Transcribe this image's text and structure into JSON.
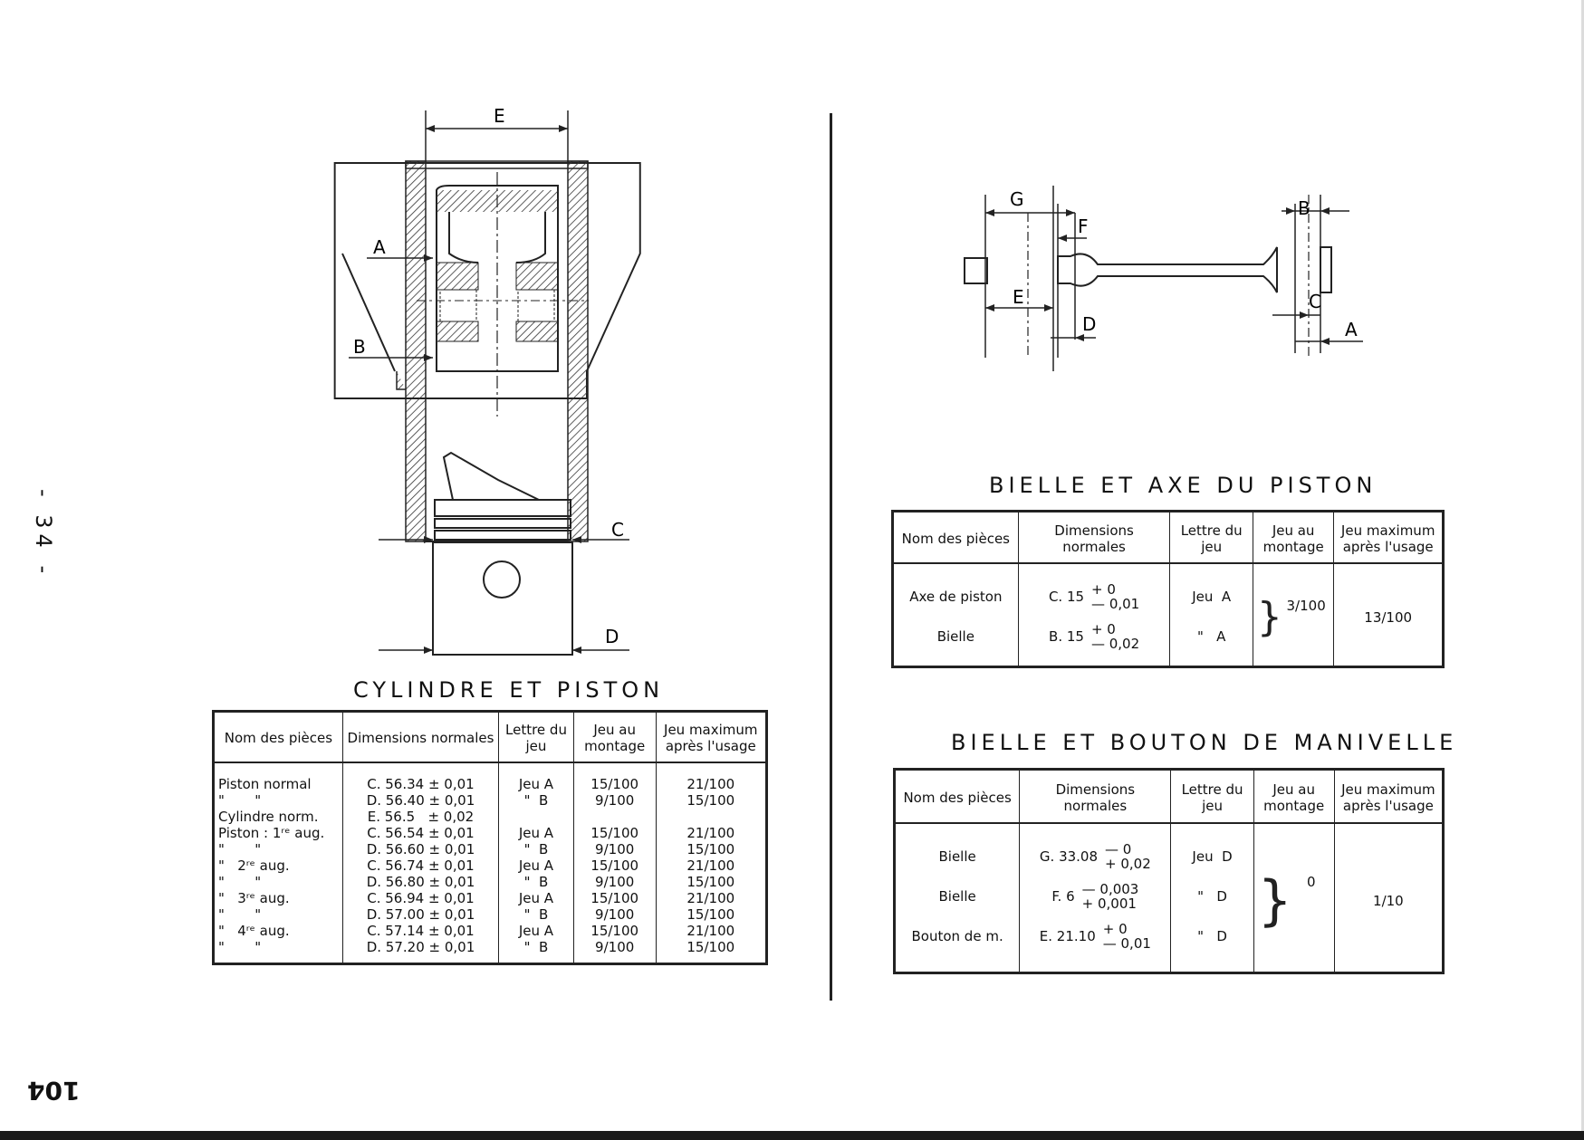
{
  "page": {
    "side_number": "- 34 -",
    "footer_number": "104"
  },
  "left": {
    "title": "CYLINDRE ET PISTON",
    "diagram_labels": {
      "e": "E",
      "a": "A",
      "b": "B",
      "c": "C",
      "d": "D"
    },
    "table": {
      "headers": [
        "Nom des pièces",
        "Dimensions normales",
        "Lettre du jeu",
        "Jeu au montage",
        "Jeu maximum après l'usage"
      ],
      "rows": [
        [
          "Piston normal",
          "C. 56.34 ± 0,01",
          "Jeu A",
          "15/100",
          "21/100"
        ],
        [
          "\"       \"",
          "D. 56.40 ± 0,01",
          "\"  B",
          "9/100",
          "15/100"
        ],
        [
          "Cylindre norm.",
          "E. 56.5   ± 0,02",
          "",
          "",
          ""
        ],
        [
          "Piston : 1ʳᵉ aug.",
          "C. 56.54 ± 0,01",
          "Jeu A",
          "15/100",
          "21/100"
        ],
        [
          "\"       \"",
          "D. 56.60 ± 0,01",
          "\"  B",
          "9/100",
          "15/100"
        ],
        [
          "\"   2ʳᵉ aug.",
          "C. 56.74 ± 0,01",
          "Jeu A",
          "15/100",
          "21/100"
        ],
        [
          "\"       \"",
          "D. 56.80 ± 0,01",
          "\"  B",
          "9/100",
          "15/100"
        ],
        [
          "\"   3ʳᵉ aug.",
          "C. 56.94 ± 0,01",
          "Jeu A",
          "15/100",
          "21/100"
        ],
        [
          "\"       \"",
          "D. 57.00 ± 0,01",
          "\"  B",
          "9/100",
          "15/100"
        ],
        [
          "\"   4ʳᵉ aug.",
          "C. 57.14 ± 0,01",
          "Jeu A",
          "15/100",
          "21/100"
        ],
        [
          "\"       \"",
          "D. 57.20 ± 0,01",
          "\"  B",
          "9/100",
          "15/100"
        ]
      ]
    }
  },
  "right": {
    "diagram_labels": {
      "g": "G",
      "e": "E",
      "f": "F",
      "d": "D",
      "b": "B",
      "c": "C",
      "a": "A"
    },
    "table1": {
      "title": "BIELLE ET AXE DU PISTON",
      "headers": [
        "Nom des pièces",
        "Dimensions normales",
        "Lettre du jeu",
        "Jeu au montage",
        "Jeu maximum après l'usage"
      ],
      "rows": [
        {
          "name": "Axe de piston",
          "dim": "C. 15",
          "tol_top": "+ 0",
          "tol_bottom": "— 0,01",
          "letter": "Jeu  A"
        },
        {
          "name": "Bielle",
          "dim": "B. 15",
          "tol_top": "+ 0",
          "tol_bottom": "— 0,02",
          "letter": "\"   A"
        }
      ],
      "montage": "3/100",
      "maximum": "13/100"
    },
    "table2": {
      "title": "BIELLE ET BOUTON DE MANIVELLE",
      "headers": [
        "Nom des pièces",
        "Dimensions normales",
        "Lettre du jeu",
        "Jeu au montage",
        "Jeu maximum après l'usage"
      ],
      "rows": [
        {
          "name": "Bielle",
          "dim": "G. 33.08",
          "tol_top": "— 0",
          "tol_bottom": "+ 0,02",
          "letter": "Jeu  D"
        },
        {
          "name": "Bielle",
          "dim": "F. 6",
          "tol_top": "— 0,003",
          "tol_bottom": "+ 0,001",
          "letter": "\"   D"
        },
        {
          "name": "Bouton de m.",
          "dim": "E. 21.10",
          "tol_top": "+ 0",
          "tol_bottom": "— 0,01",
          "letter": "\"   D"
        }
      ],
      "montage": "0",
      "maximum": "1/10"
    }
  }
}
